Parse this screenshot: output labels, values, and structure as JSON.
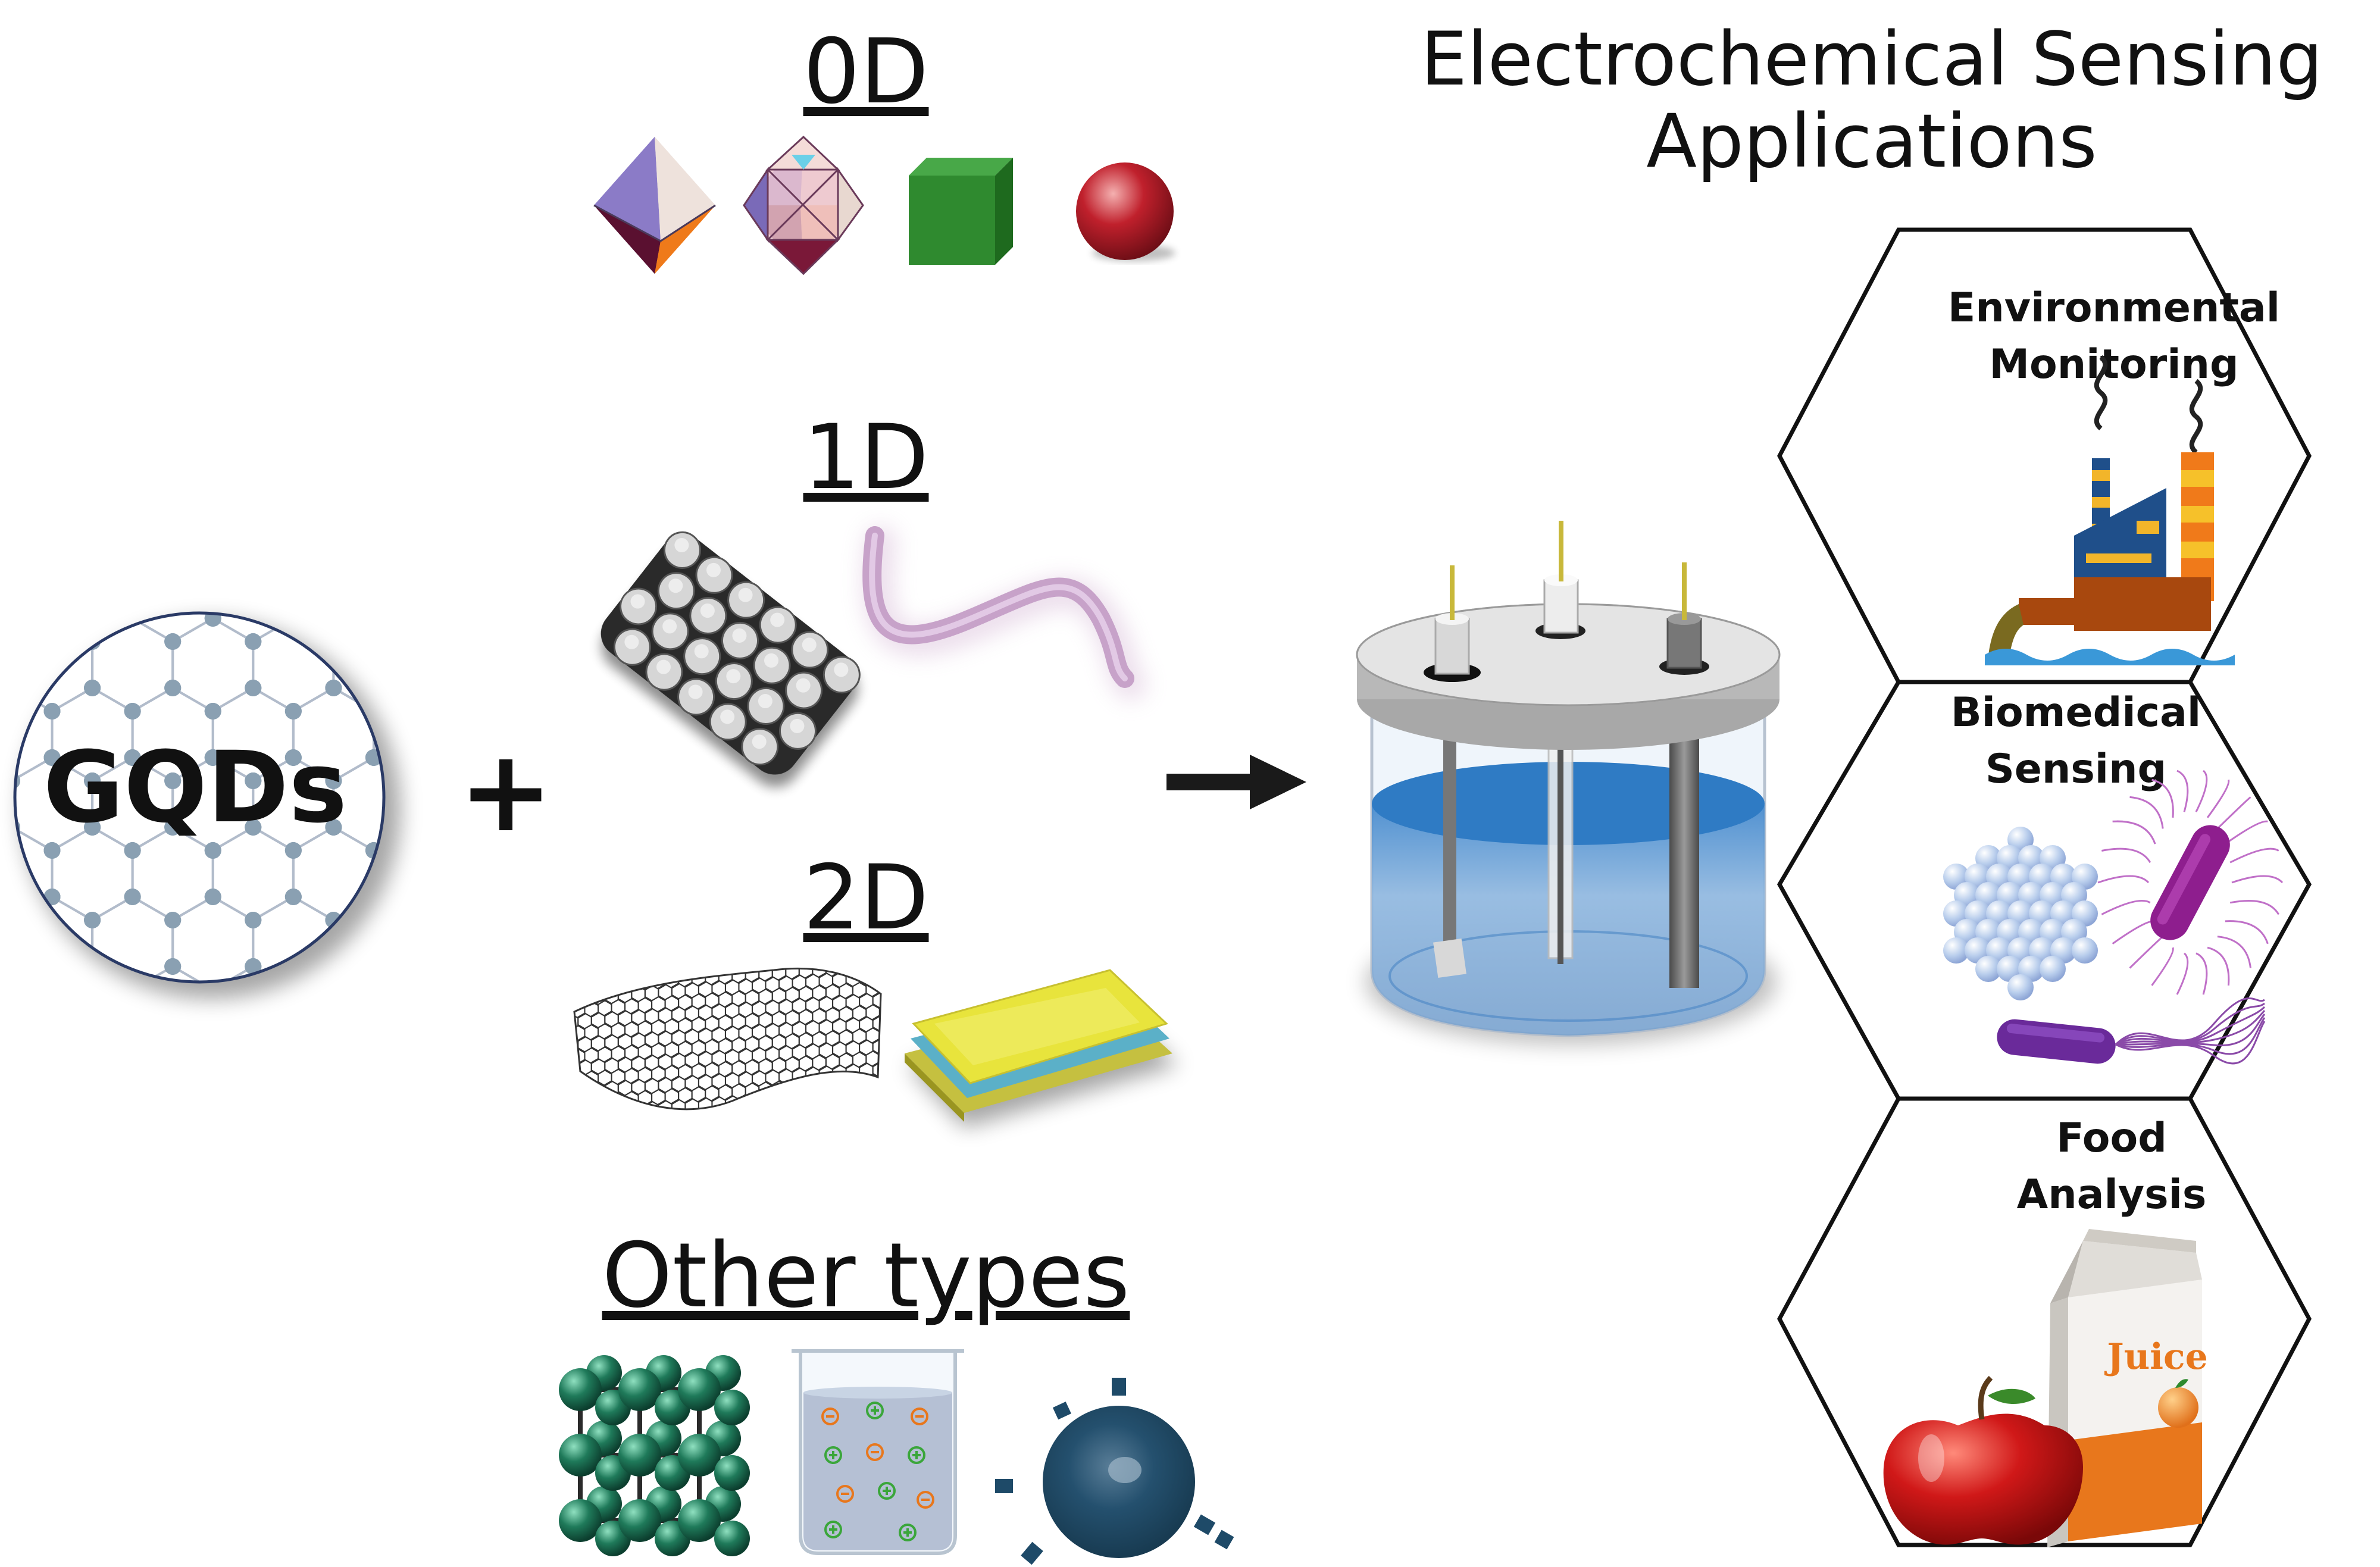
{
  "title": {
    "line1": "Electrochemical Sensing",
    "line2": "Applications"
  },
  "center": {
    "label": "GQDs",
    "plus": "+"
  },
  "categories": [
    {
      "label": "0D"
    },
    {
      "label": "1D"
    },
    {
      "label": "2D"
    },
    {
      "label": "Other types"
    }
  ],
  "applications": [
    {
      "line1": "Environmental",
      "line2": "Monitoring"
    },
    {
      "line1": "Biomedical",
      "line2": "Sensing"
    },
    {
      "line1": "Food",
      "line2": "Analysis"
    }
  ],
  "food": {
    "carton_label": "Juice"
  },
  "colors": {
    "outline": "#111111",
    "graphene_node": "#8aa0b2",
    "liquid": "#6a9ecf",
    "cube": "#2f8a2f",
    "sphere": "#b5202b",
    "bacterium": "#8c1c8c",
    "carton": "#e8771c"
  }
}
